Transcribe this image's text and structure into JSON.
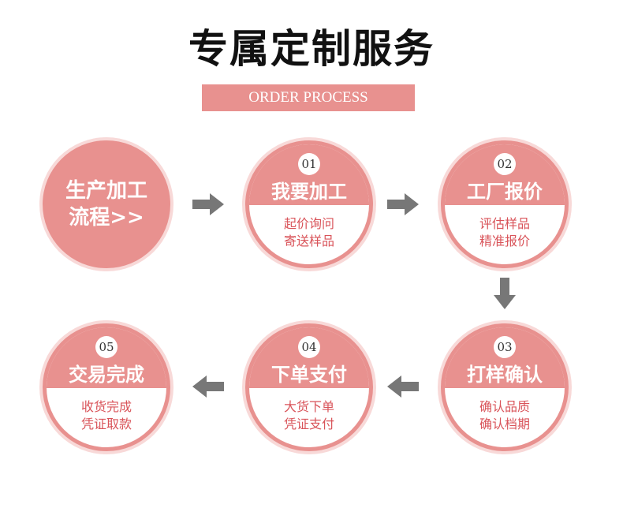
{
  "header": {
    "title": "专属定制服务",
    "subtitle": "ORDER PROCESS"
  },
  "intro": {
    "line1": "生产加工",
    "line2": "流程>>"
  },
  "steps": [
    {
      "number": "01",
      "title": "我要加工",
      "desc1": "起价询问",
      "desc2": "寄送样品"
    },
    {
      "number": "02",
      "title": "工厂报价",
      "desc1": "评估样品",
      "desc2": "精准报价"
    },
    {
      "number": "03",
      "title": "打样确认",
      "desc1": "确认品质",
      "desc2": "确认档期"
    },
    {
      "number": "04",
      "title": "下单支付",
      "desc1": "大货下单",
      "desc2": "凭证支付"
    },
    {
      "number": "05",
      "title": "交易完成",
      "desc1": "收货完成",
      "desc2": "凭证取款"
    }
  ],
  "colors": {
    "accent": "#e8918f",
    "ring": "#f8d9d8",
    "desc_text": "#d9545a",
    "arrow": "#777777"
  },
  "icons": {
    "arrow_right": "arrow-right-icon",
    "arrow_left": "arrow-left-icon",
    "arrow_down": "arrow-down-icon"
  }
}
